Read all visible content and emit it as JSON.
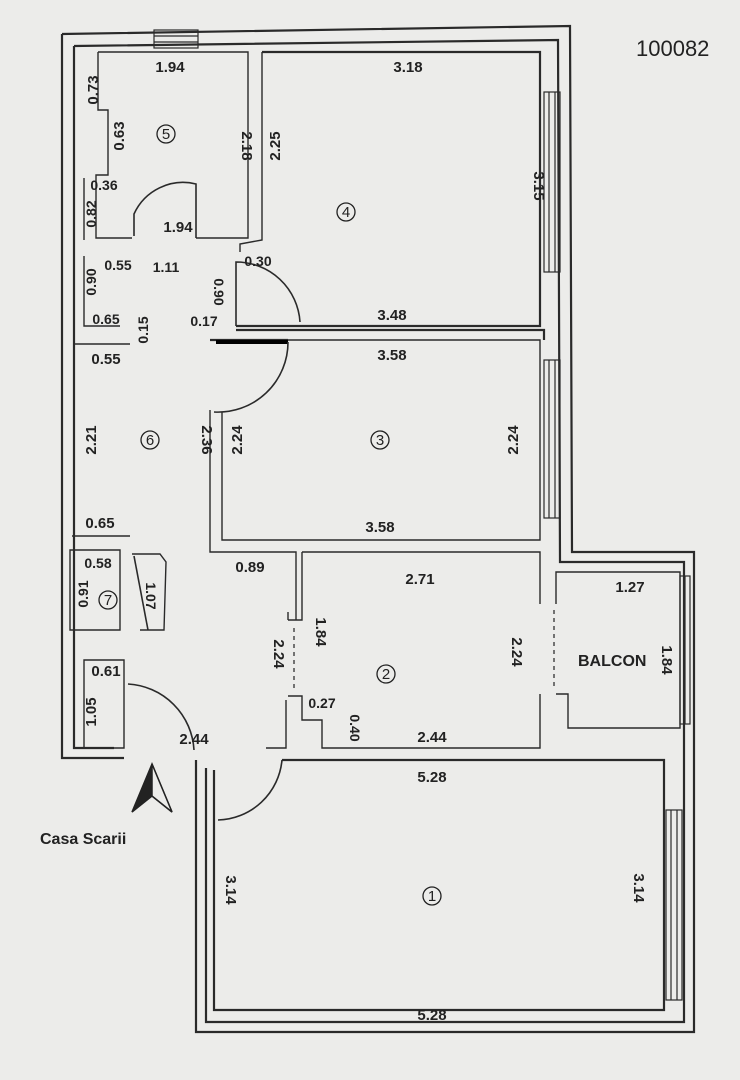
{
  "sheet_id": "100082",
  "entrance_label": "Casa Scarii",
  "balcony_label": "BALCON",
  "room_numbers": [
    "1",
    "2",
    "3",
    "4",
    "5",
    "6",
    "7"
  ],
  "dimensions": {
    "r5_top": "1.94",
    "r5_left_top": "0.73",
    "r5_step": "0.63",
    "r5_right": "2.18",
    "r5_notch": "0.36",
    "r5_left_low": "0.82",
    "r5_bottom": "1.94",
    "r4_top": "3.18",
    "r4_left": "2.25",
    "r4_right": "3.15",
    "r4_bottom": "3.48",
    "hall_a": "0.55",
    "hall_b": "1.11",
    "hall_c": "0.30",
    "hall_d": "0.90",
    "hall_e": "0.90",
    "hall_f": "0.65",
    "hall_g": "0.15",
    "hall_h": "0.17",
    "r3_top": "3.58",
    "r3_left": "2.24",
    "r3_right": "2.24",
    "r3_bottom": "3.58",
    "r6_top": "0.55",
    "r6_left": "2.21",
    "r6_right": "2.36",
    "r6_bottom": "0.65",
    "r7_top": "0.58",
    "r7_left": "0.91",
    "r7_right": "1.07",
    "hall_0_89": "0.89",
    "r2_top": "2.71",
    "r2_left_a": "2.24",
    "r2_left_b": "1.84",
    "r2_right": "2.24",
    "r2_bot_a": "0.27",
    "r2_bot_b": "0.40",
    "r2_bottom": "2.44",
    "balcon_top": "1.27",
    "balcon_right": "1.84",
    "entry_top": "0.61",
    "entry_left": "1.05",
    "entry_width": "2.44",
    "r1_top": "5.28",
    "r1_left": "3.14",
    "r1_right": "3.14",
    "r1_bottom": "5.28"
  }
}
